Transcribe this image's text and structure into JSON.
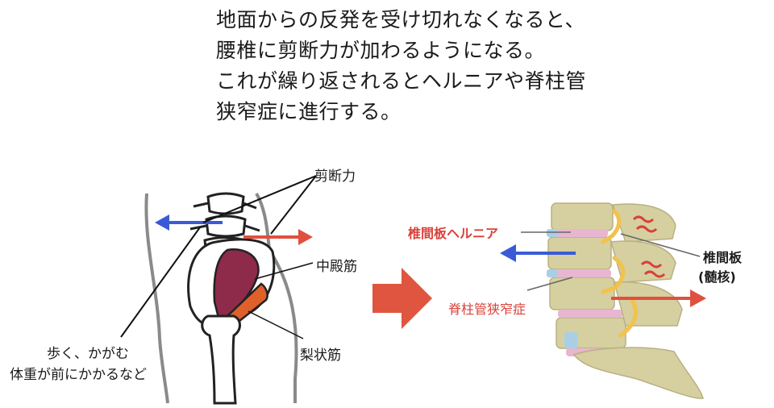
{
  "caption_lines": [
    "地面からの反発を受け切れなくなると、",
    "腰椎に剪断力が加わるようになる。",
    "これが繰り返されるとヘルニアや脊柱管",
    "狭窄症に進行する。"
  ],
  "left_figure": {
    "shear_label": "剪断力",
    "gluteus_medius_label": "中殿筋",
    "piriformis_label": "梨状筋",
    "cause_line1": "歩く、かがむ",
    "cause_line2": "体重が前にかかるなど"
  },
  "right_figure": {
    "hernia_label": "椎間板ヘルニア",
    "stenosis_label": "脊柱管狭窄症",
    "disc_label_line1": "椎間板",
    "disc_label_line2": "(髄核)"
  },
  "colors": {
    "blue_arrow": "#3a5bd8",
    "red_arrow": "#e0503f",
    "big_arrow": "#e0553f",
    "muscle": "#8e2a4a",
    "piriformis": "#e0602a",
    "bone": "#d6cfa0",
    "disc_pink": "#e8b6d0",
    "disc_blue": "#a9cfe6",
    "label_red": "#d9413a",
    "nerve": "#f2c24a"
  },
  "icons": [
    "shear-arrow-left-icon",
    "shear-arrow-right-icon",
    "progression-arrow-icon",
    "compression-arrow-icon"
  ]
}
